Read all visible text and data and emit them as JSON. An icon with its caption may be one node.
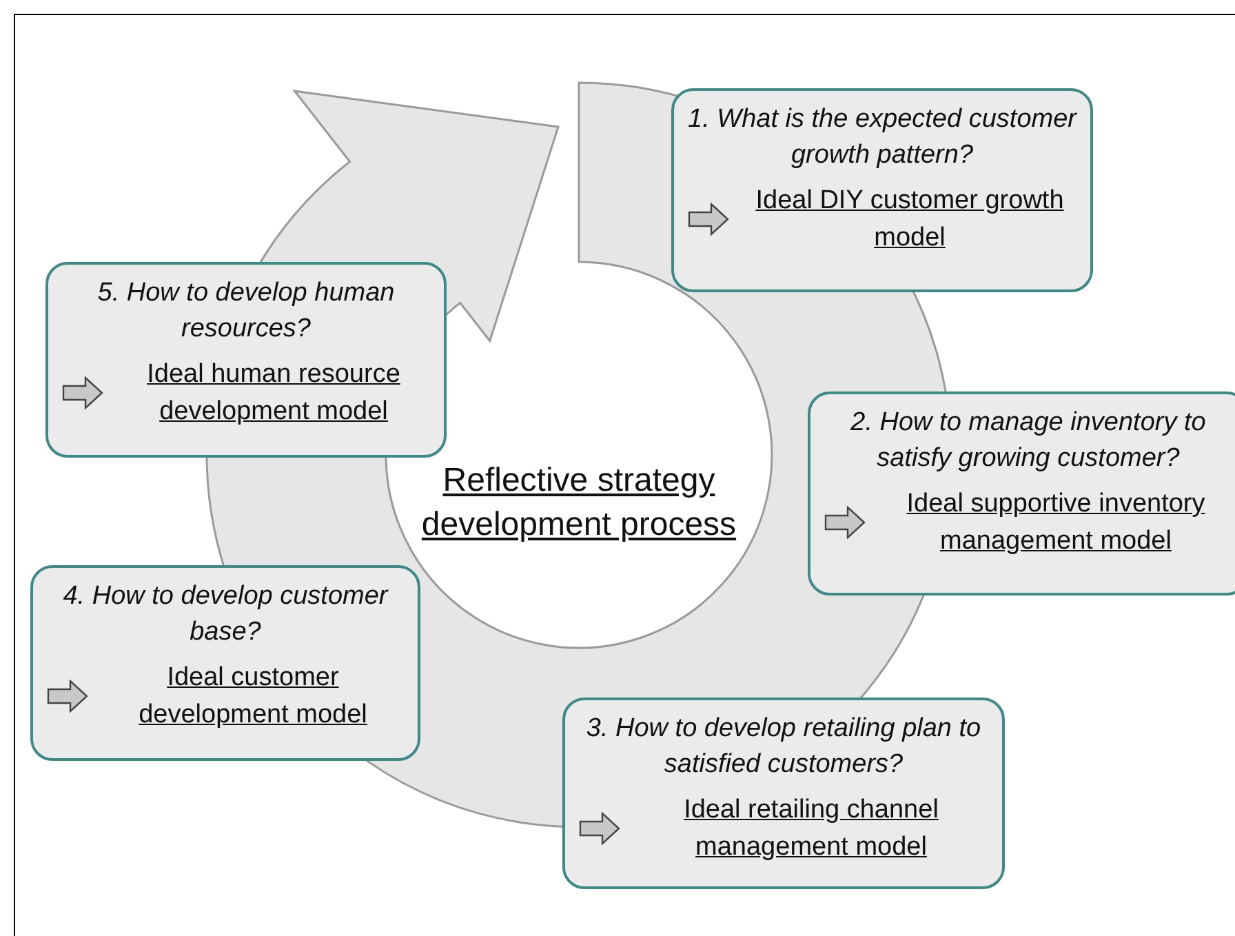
{
  "diagram": {
    "nodes": [
      {
        "text": [
          "1. What is the expected customer growth pattern?",
          "Ideal DIY customer growth model"
        ]
      },
      {
        "text": [
          "2. How to manage inventory to satisfy growing customer?",
          "Ideal supportive inventory management model"
        ]
      },
      {
        "text": [
          "3. How to develop retailing plan to satisfied customers?",
          "Ideal retailing channel management model"
        ]
      },
      {
        "text": [
          "4. How to develop customer base?",
          "Ideal customer development model"
        ]
      },
      {
        "text": [
          "5. How to develop human resources?",
          "Ideal human resource development model"
        ]
      }
    ],
    "labels": [
      "Reflective strategy development process"
    ]
  }
}
